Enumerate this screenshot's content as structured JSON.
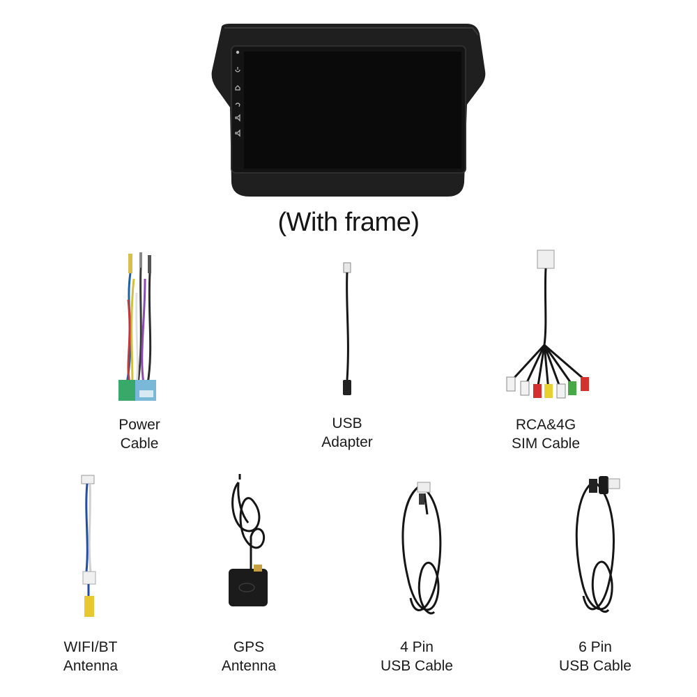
{
  "headline": "(With frame)",
  "items": [
    {
      "name": "power-cable",
      "line1": "Power",
      "line2": "Cable"
    },
    {
      "name": "usb-adapter",
      "line1": "USB",
      "line2": "Adapter"
    },
    {
      "name": "rca-4g-sim-cable",
      "line1": "RCA&4G",
      "line2": "SIM Cable"
    },
    {
      "name": "wifi-bt-antenna",
      "line1": "WIFI/BT",
      "line2": "Antenna"
    },
    {
      "name": "gps-antenna",
      "line1": "GPS",
      "line2": "Antenna"
    },
    {
      "name": "4pin-usb-cable",
      "line1": "4 Pin",
      "line2": "USB Cable"
    },
    {
      "name": "6pin-usb-cable",
      "line1": "6 Pin",
      "line2": "USB Cable"
    }
  ],
  "side_icons": [
    "mic-icon",
    "power-icon",
    "home-icon",
    "back-icon",
    "volume-up-icon",
    "volume-down-icon"
  ],
  "colors": {
    "frame": "#1d1d1d",
    "screen": "#0b0b0b",
    "cable": "#151515"
  }
}
